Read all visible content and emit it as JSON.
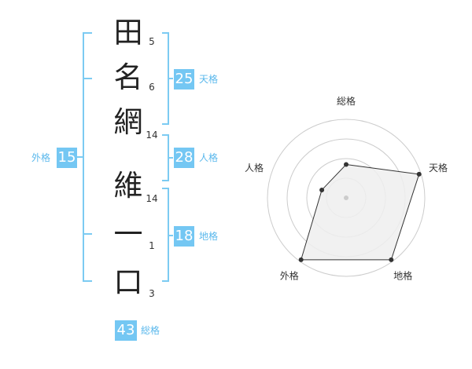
{
  "name": {
    "surname": [
      {
        "char": "田",
        "strokes": "5"
      },
      {
        "char": "名",
        "strokes": "6"
      },
      {
        "char": "網",
        "strokes": "14"
      }
    ],
    "given": [
      {
        "char": "維",
        "strokes": "14"
      },
      {
        "char": "一",
        "strokes": "1"
      },
      {
        "char": "口",
        "strokes": "3"
      }
    ]
  },
  "fortunes": {
    "tenkaku": {
      "value": "25",
      "label": "天格"
    },
    "jinkaku": {
      "value": "28",
      "label": "人格"
    },
    "chikaku": {
      "value": "18",
      "label": "地格"
    },
    "gaikaku": {
      "value": "15",
      "label": "外格"
    },
    "soukaku": {
      "value": "43",
      "label": "総格"
    }
  },
  "colors": {
    "accent": "#74c7f3",
    "bracket": "#7ccbf2",
    "radar_fill": "#eeeeee",
    "radar_ring": "#cccccc"
  },
  "radar": {
    "axes": [
      "総格",
      "天格",
      "地格",
      "外格",
      "人格"
    ],
    "max": 4,
    "values": [
      1.7,
      3.9,
      3.9,
      3.9,
      1.3
    ]
  }
}
